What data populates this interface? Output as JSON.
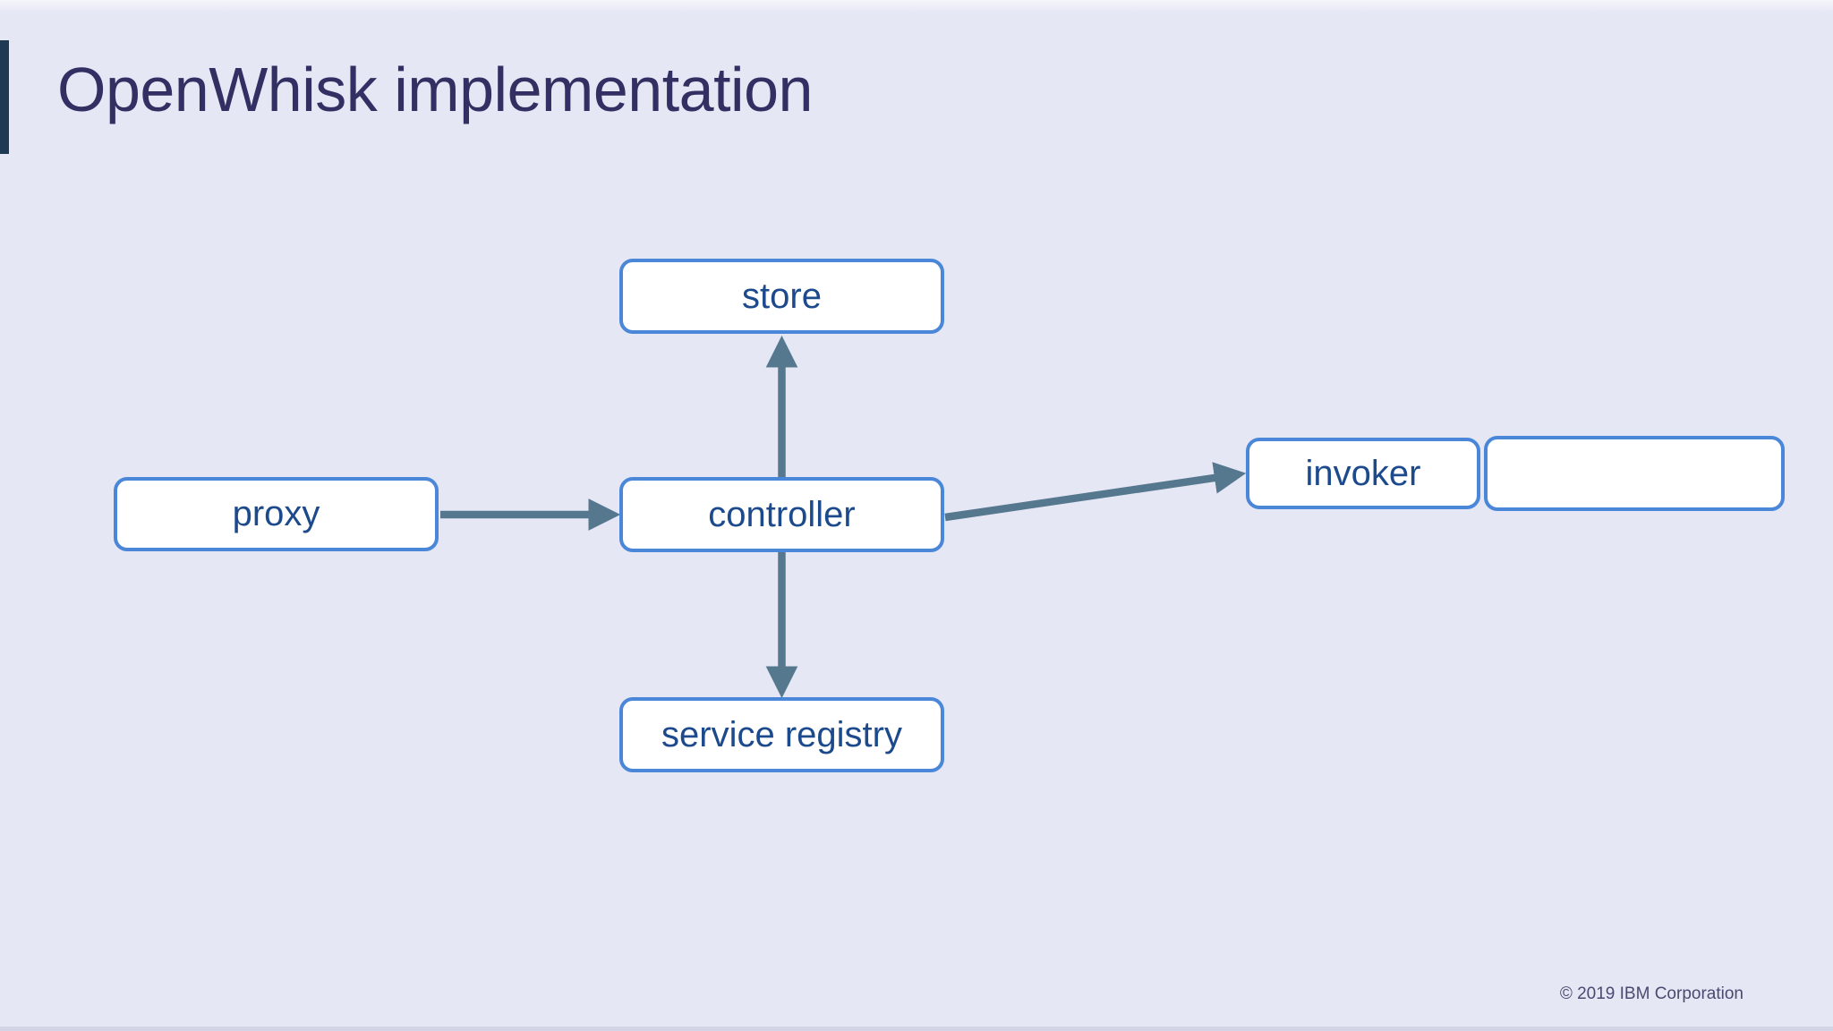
{
  "slide": {
    "title": "OpenWhisk implementation",
    "footer": "© 2019 IBM Corporation"
  },
  "diagram": {
    "nodes": [
      {
        "id": "store",
        "label": "store"
      },
      {
        "id": "proxy",
        "label": "proxy"
      },
      {
        "id": "controller",
        "label": "controller"
      },
      {
        "id": "service-registry",
        "label": "service registry"
      },
      {
        "id": "invoker",
        "label": "invoker"
      },
      {
        "id": "invoker-extra",
        "label": ""
      }
    ],
    "edges": [
      {
        "from": "proxy",
        "to": "controller",
        "directed": true
      },
      {
        "from": "controller",
        "to": "store",
        "directed": true
      },
      {
        "from": "controller",
        "to": "service-registry",
        "directed": true
      },
      {
        "from": "controller",
        "to": "invoker",
        "directed": true
      }
    ]
  },
  "colors": {
    "background": "#e6e7f5",
    "accent_bar": "#1e3a52",
    "title_text": "#322f63",
    "box_border": "#4b87d8",
    "box_fill": "#ffffff",
    "box_text": "#1c4a8c",
    "arrow": "#56788f",
    "footer_text": "#4b4970"
  }
}
